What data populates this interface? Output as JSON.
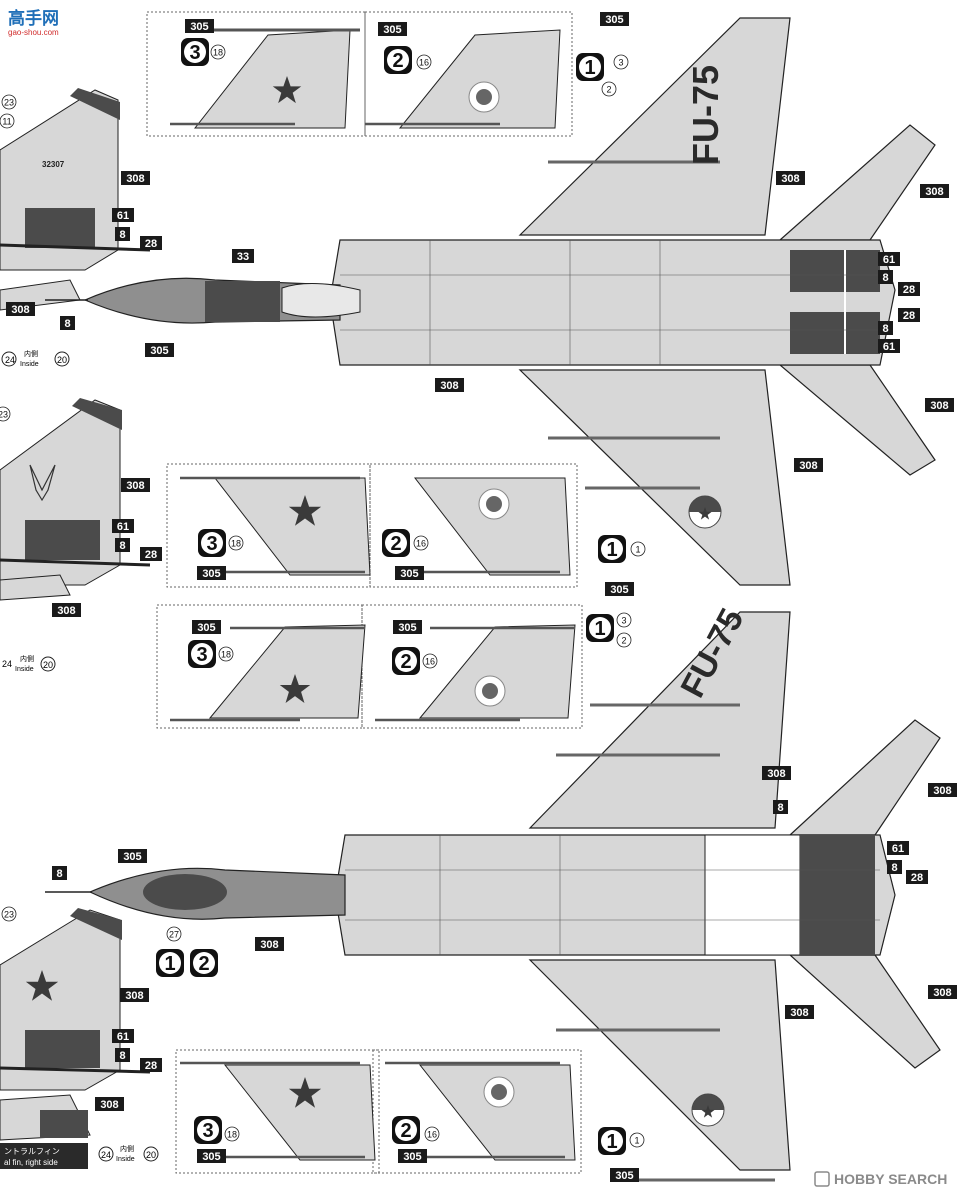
{
  "watermark": {
    "site_chars": "高手网",
    "site_url": "gao-shou.com"
  },
  "credit": {
    "brand": "HOBBY SEARCH"
  },
  "callout_note": {
    "jp": "ントラルフィン",
    "en": "al fin, right side"
  },
  "colors": {
    "light_gray": "#d7d7d7",
    "dark_gray": "#4b4b4b",
    "mid_gray": "#8f8f8f",
    "line": "#222222",
    "code_bg": "#1a1a1a"
  },
  "codes": {
    "c305": "305",
    "c308": "308",
    "c61": "61",
    "c8": "8",
    "c28": "28",
    "c33": "33",
    "c23": "23",
    "c11": "11",
    "c24": "24",
    "c20": "20",
    "c3": "3",
    "c2": "2",
    "c1": "1",
    "c18": "18",
    "c16": "16",
    "c27": "27"
  },
  "inside_label": {
    "jp": "内側",
    "en": "Inside"
  },
  "tail_code_text": "FU-75",
  "fin_serial": "32307",
  "variants": [
    "3",
    "2",
    "1"
  ]
}
